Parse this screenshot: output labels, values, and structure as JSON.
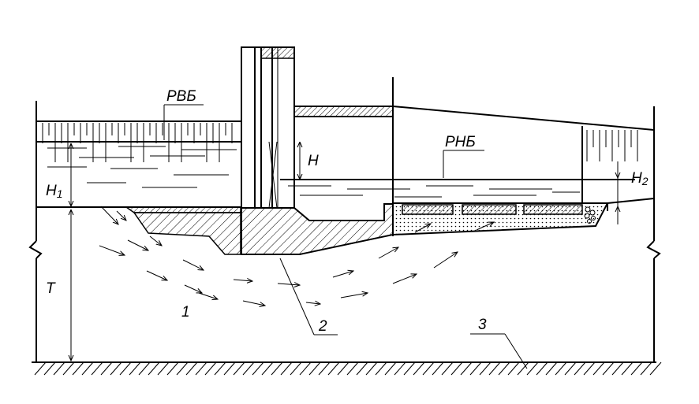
{
  "labels": {
    "upstream_level": "РВБ",
    "downstream_level": "РНБ",
    "head": "H",
    "head_upstream": "H",
    "head_upstream_sub": "1",
    "head_downstream": "H",
    "head_downstream_sub": "2",
    "depth": "T",
    "num_foundation": "1",
    "num_structure": "2",
    "num_base": "3"
  }
}
